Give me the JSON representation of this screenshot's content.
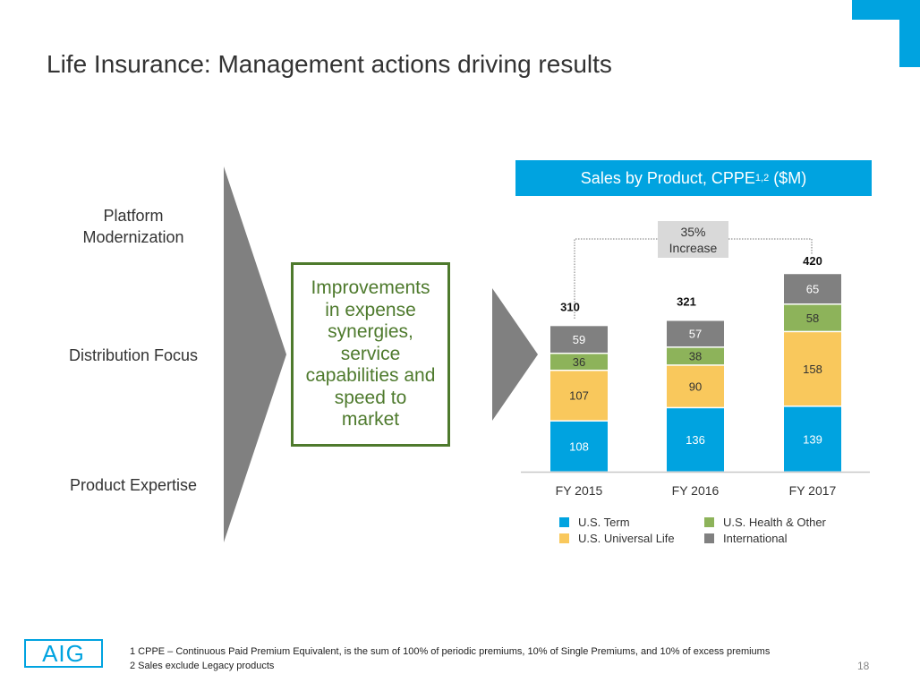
{
  "title": "Life Insurance: Management actions driving results",
  "left_boxes": [
    {
      "label": "Platform Modernization",
      "color": "#e4ecd9"
    },
    {
      "label": "Distribution Focus",
      "color": "#b8cc94"
    },
    {
      "label": "Product Expertise",
      "color": "#8db35a"
    }
  ],
  "middle_text": "Improvements in expense synergies, service capabilities and speed to market",
  "chart_header": {
    "text": "Sales by Product, CPPE",
    "sup": "1,2",
    "unit": " ($M)"
  },
  "increase_label": {
    "line1": "35%",
    "line2": "Increase"
  },
  "chart_data": {
    "type": "bar",
    "stacked": true,
    "title": "Sales by Product, CPPE1,2 ($M)",
    "categories": [
      "FY 2015",
      "FY 2016",
      "FY 2017"
    ],
    "series": [
      {
        "name": "U.S. Term",
        "color": "#00a3e0",
        "values": [
          108,
          136,
          139
        ]
      },
      {
        "name": "U.S. Universal Life",
        "color": "#f9c85c",
        "values": [
          107,
          90,
          158
        ]
      },
      {
        "name": "U.S. Health & Other",
        "color": "#8db35a",
        "values": [
          36,
          38,
          58
        ]
      },
      {
        "name": "International",
        "color": "#808080",
        "values": [
          59,
          57,
          65
        ]
      }
    ],
    "totals": [
      "310",
      "321",
      "420"
    ],
    "annotation": "35% Increase",
    "legend_position": "bottom"
  },
  "footnotes": [
    "1  CPPE – Continuous Paid Premium Equivalent, is the sum of 100% of periodic premiums, 10% of Single Premiums, and 10% of excess premiums",
    "2  Sales exclude Legacy products"
  ],
  "logo": "AIG",
  "page_number": "18"
}
